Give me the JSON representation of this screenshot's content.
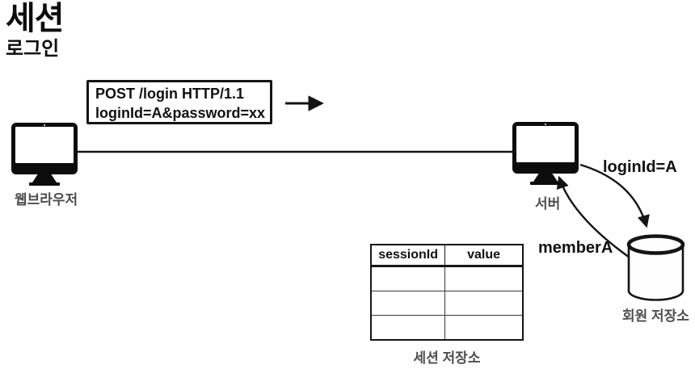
{
  "title": "세션",
  "subtitle": "로그인",
  "request_box": {
    "line1": "POST /login HTTP/1.1",
    "line2": "loginId=A&password=xx"
  },
  "nodes": {
    "browser_label": "웹브라우저",
    "server_label": "서버",
    "member_store_label": "회원 저장소",
    "session_store_label": "세션 저장소"
  },
  "annotations": {
    "login_id": "loginId=A",
    "member": "memberA"
  },
  "session_table": {
    "headers": [
      "sessionId",
      "value"
    ],
    "rows": [
      [
        "",
        ""
      ],
      [
        "",
        ""
      ],
      [
        "",
        ""
      ]
    ]
  },
  "icons": {
    "browser": "monitor-icon",
    "server": "monitor-icon",
    "member_store": "database-cylinder-icon",
    "request": "arrow-right-icon"
  },
  "colors": {
    "ink": "#141414",
    "label_gray": "#4d4d4d",
    "background": "#ffffff"
  }
}
